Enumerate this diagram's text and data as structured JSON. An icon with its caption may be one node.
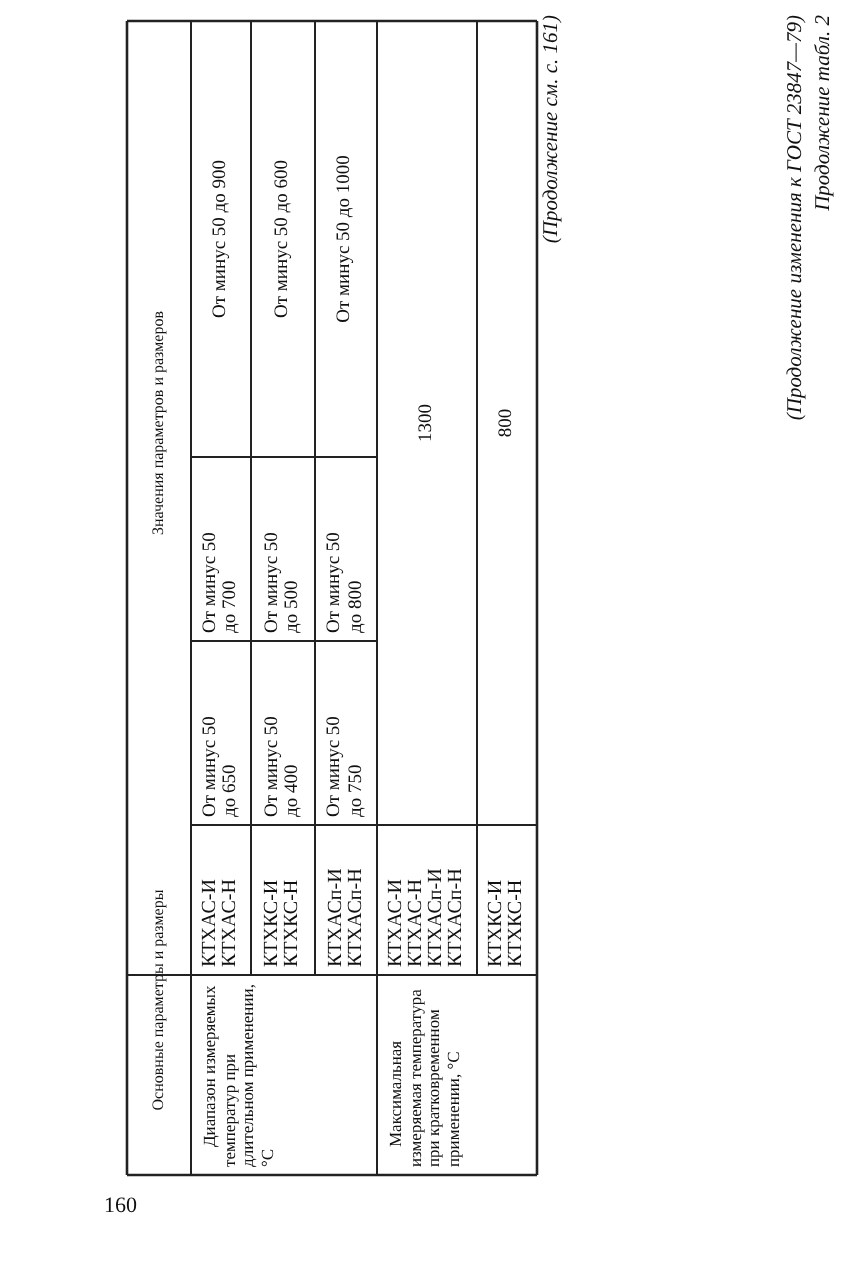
{
  "diagram": {
    "labels": [
      "(Продолжение изменения к ГОСТ 23847—79)",
      "Продолжение табл. 2",
      "Основные параметры и размеры",
      "Значения параметров и размеров",
      "Диапазон измеряемых температур при длительном применении, °С",
      "КТХАС-И КТХАС-Н",
      "От минус 50 до 650",
      "От минус 50 до 700",
      "От минус 50 до 900",
      "КТХКС-И КТХКС-Н",
      "От минус 50 до 400",
      "От минус 50 до 500",
      "От минус 50 до 600",
      "КТХАСп-И КТХАСп-Н",
      "От минус 50 до 750",
      "От минус 50 до 800",
      "От минус 50 до 1000",
      "Максимальная измеряемая температура при кратковременном применении, °С",
      "КТХАС-И КТХАС-Н КТХАСп-И КТХАСп-Н",
      "1300",
      "КТХКС-И КТХКС-Н",
      "800",
      "(Продолжение см. с. 161)",
      "160"
    ]
  }
}
